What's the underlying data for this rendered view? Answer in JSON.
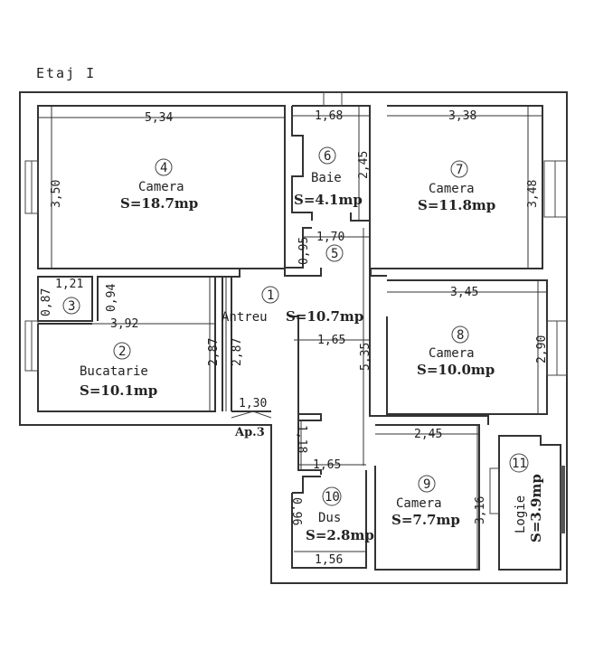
{
  "title": "Etaj I",
  "apartment": "Ap.3",
  "rooms": [
    {
      "number": "1",
      "name": "Antreu",
      "area": "S=10.7mp"
    },
    {
      "number": "2",
      "name": "Bucatarie",
      "area": "S=10.1mp"
    },
    {
      "number": "3",
      "name": "",
      "area": ""
    },
    {
      "number": "4",
      "name": "Camera",
      "area": "S=18.7mp"
    },
    {
      "number": "5",
      "name": "",
      "area": ""
    },
    {
      "number": "6",
      "name": "Baie",
      "area": "S=4.1mp"
    },
    {
      "number": "7",
      "name": "Camera",
      "area": "S=11.8mp"
    },
    {
      "number": "8",
      "name": "Camera",
      "area": "S=10.0mp"
    },
    {
      "number": "9",
      "name": "Camera",
      "area": "S=7.7mp"
    },
    {
      "number": "10",
      "name": "Dus",
      "area": "S=2.8mp"
    },
    {
      "number": "11",
      "name": "Logie",
      "area": "S=3.9mp"
    }
  ],
  "dimensions": [
    "5,34",
    "3,50",
    "1,21",
    "0,87",
    "0,94",
    "3,92",
    "2,87",
    "2,87",
    "1,30",
    "1,68",
    "2,45",
    "0,95",
    "1,70",
    "3,38",
    "3,48",
    "3,45",
    "2,90",
    "1,65",
    "5,35",
    "2,45",
    "3,16",
    "1,18",
    "1,65",
    "0,96",
    "1,56"
  ]
}
